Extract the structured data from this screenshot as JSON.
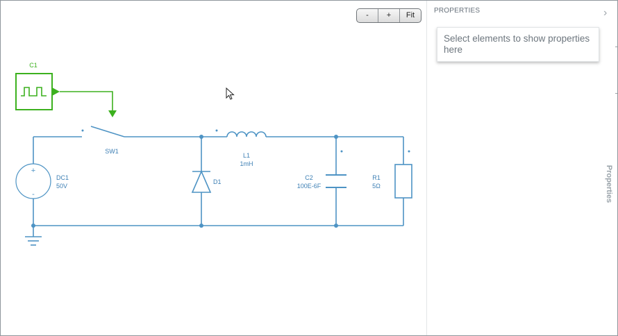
{
  "zoom": {
    "minus": "-",
    "plus": "+",
    "fit": "Fit"
  },
  "properties": {
    "title": "PROPERTIES",
    "placeholder": "Select elements to show properties here",
    "tab_label": "Properties"
  },
  "components": {
    "c1": {
      "name": "C1"
    },
    "sw1": {
      "name": "SW1"
    },
    "dc1": {
      "name": "DC1",
      "value": "50V",
      "plus": "+",
      "minus": "-"
    },
    "d1": {
      "name": "D1"
    },
    "l1": {
      "name": "L1",
      "value": "1mH"
    },
    "c2": {
      "name": "C2",
      "value": "100E-6F"
    },
    "r1": {
      "name": "R1",
      "value": "5Ω"
    }
  },
  "colors": {
    "wire": "#4d93c4",
    "clock": "#3cb11e",
    "text": "#3d7fb4"
  },
  "icons": {
    "collapse": "chevron-right-icon",
    "cursor": "mouse-pointer-icon"
  }
}
